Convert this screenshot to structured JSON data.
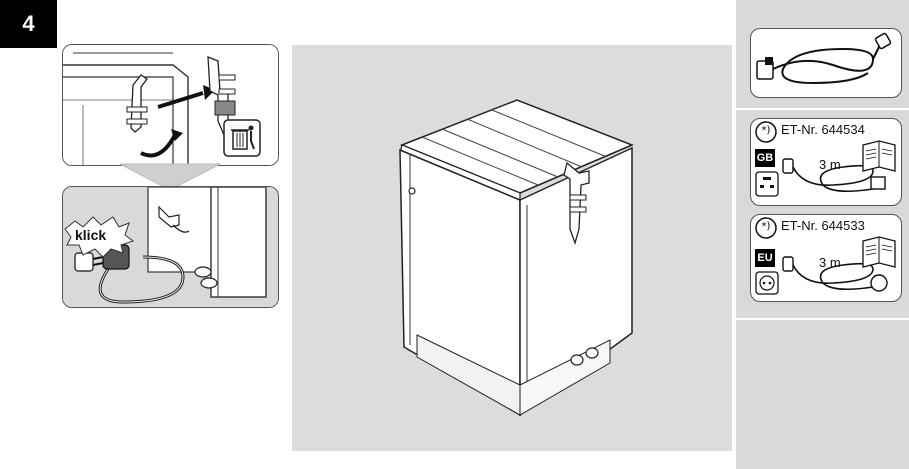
{
  "step": {
    "number": "4"
  },
  "illustrations": {
    "klick_label": "klick"
  },
  "parts": [
    {
      "code": "ET-Nr. 644534",
      "region": "GB",
      "length": "3 m"
    },
    {
      "code": "ET-Nr. 644533",
      "region": "EU",
      "length": "3 m"
    }
  ],
  "colors": {
    "panel_gray": "#dcdcdc",
    "sidebar_gray": "#d9d9d9",
    "line": "#333333"
  },
  "icons": [
    "trash-bin-icon",
    "power-cord-icon",
    "gb-socket-icon",
    "eu-socket-icon",
    "manual-book-icon",
    "asterisk-circle-icon"
  ]
}
